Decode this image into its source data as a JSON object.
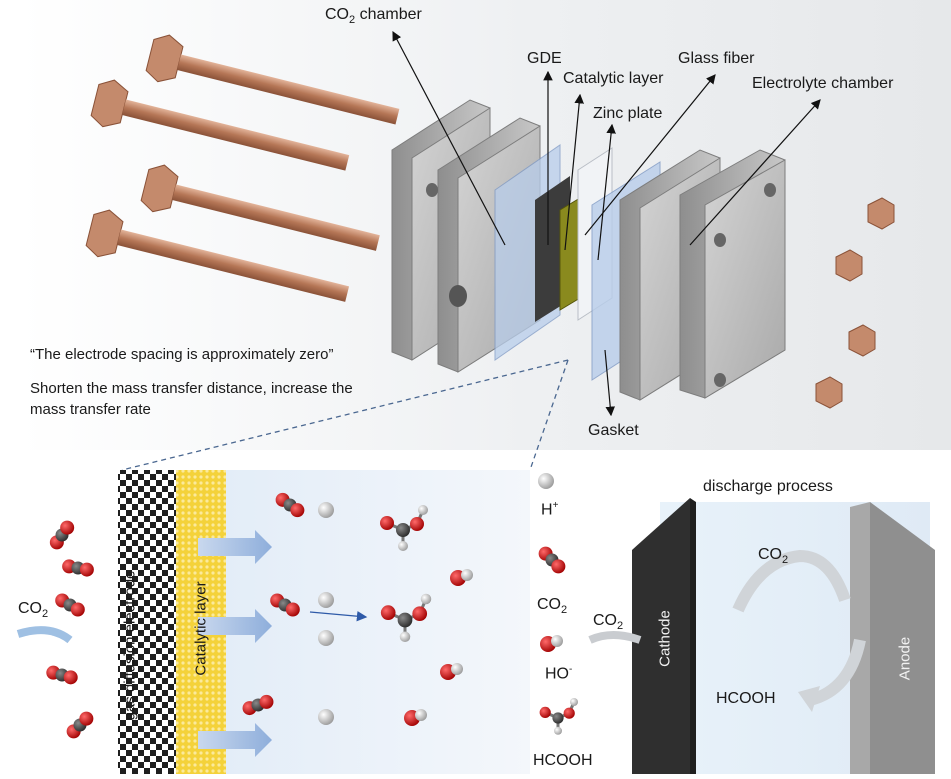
{
  "assembly": {
    "labels": {
      "co2_chamber_pre": "CO",
      "co2_chamber_sub": "2",
      "co2_chamber_post": " chamber",
      "gde": "GDE",
      "catalytic_layer": "Catalytic layer",
      "glass_fiber": "Glass fiber",
      "electrolyte_chamber": "Electrolyte chamber",
      "zinc_plate": "Zinc plate",
      "gasket": "Gasket"
    },
    "note_1": "“The electrode spacing is approximately zero”",
    "note_2_line1": "Shorten the mass transfer distance, increase the",
    "note_2_line2": "mass transfer rate"
  },
  "reaction_zone": {
    "co2_in_main": "CO",
    "co2_in_sub": "2",
    "gde_label": "gas diffusion electrode",
    "catalytic_label": "Catalytic layer"
  },
  "legend": {
    "h_plus_main": "H",
    "h_plus_sup": "+",
    "co2_main": "CO",
    "co2_sub": "2",
    "ho_main": "HO",
    "ho_sup": "-",
    "hcooh": "HCOOH"
  },
  "discharge": {
    "title": "discharge process",
    "co2_in_main": "CO",
    "co2_in_sub": "2",
    "co2_cycle_main": "CO",
    "co2_cycle_sub": "2",
    "hcooh": "HCOOH",
    "cathode": "Cathode",
    "anode": "Anode"
  },
  "colors": {
    "plate_gray": "#b9b9b9",
    "gasket_blue": "#b8cdea",
    "catalyst_olive": "#8a8a1e",
    "bolt_copper": "#c48a6c",
    "catalyst_yellow": "#f2d43a",
    "electrolyte_blue": "#dbe8f6",
    "oxygen_red": "#cc1111",
    "carbon_gray": "#555555",
    "cathode_dark": "#444444",
    "anode_gray": "#9b9b9b"
  }
}
